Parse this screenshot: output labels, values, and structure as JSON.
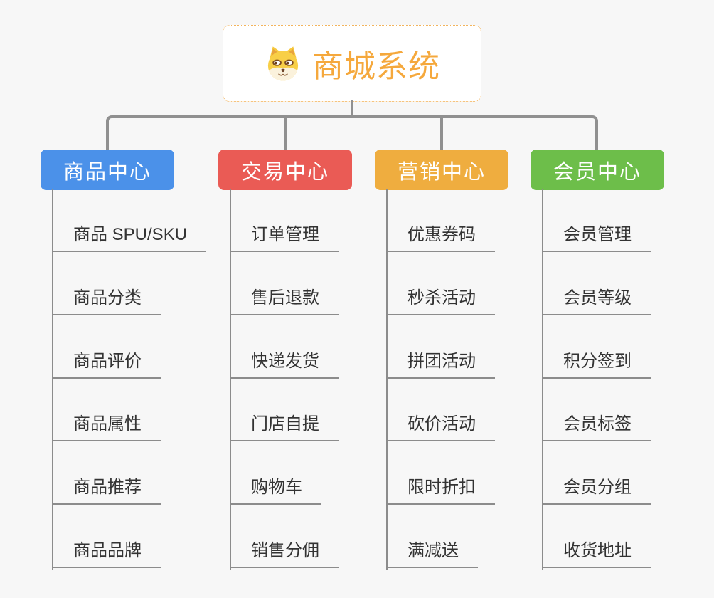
{
  "root": {
    "title": "商城系统",
    "icon": "shiba-dog-icon",
    "title_color": "#f5a83c",
    "border_color": "#f3b45c"
  },
  "connector_color": "#909090",
  "branch_line_color": "#8c8c8c",
  "child_text_color": "#333333",
  "branches": [
    {
      "slug": "product-center",
      "label": "商品中心",
      "color": "#4b91e9",
      "children": [
        "商品 SPU/SKU",
        "商品分类",
        "商品评价",
        "商品属性",
        "商品推荐",
        "商品品牌"
      ]
    },
    {
      "slug": "trade-center",
      "label": "交易中心",
      "color": "#ea5b55",
      "children": [
        "订单管理",
        "售后退款",
        "快递发货",
        "门店自提",
        "购物车",
        "销售分佣"
      ]
    },
    {
      "slug": "marketing-center",
      "label": "营销中心",
      "color": "#efad3f",
      "children": [
        "优惠券码",
        "秒杀活动",
        "拼团活动",
        "砍价活动",
        "限时折扣",
        "满减送"
      ]
    },
    {
      "slug": "member-center",
      "label": "会员中心",
      "color": "#6dbe4a",
      "children": [
        "会员管理",
        "会员等级",
        "积分签到",
        "会员标签",
        "会员分组",
        "收货地址"
      ]
    }
  ]
}
